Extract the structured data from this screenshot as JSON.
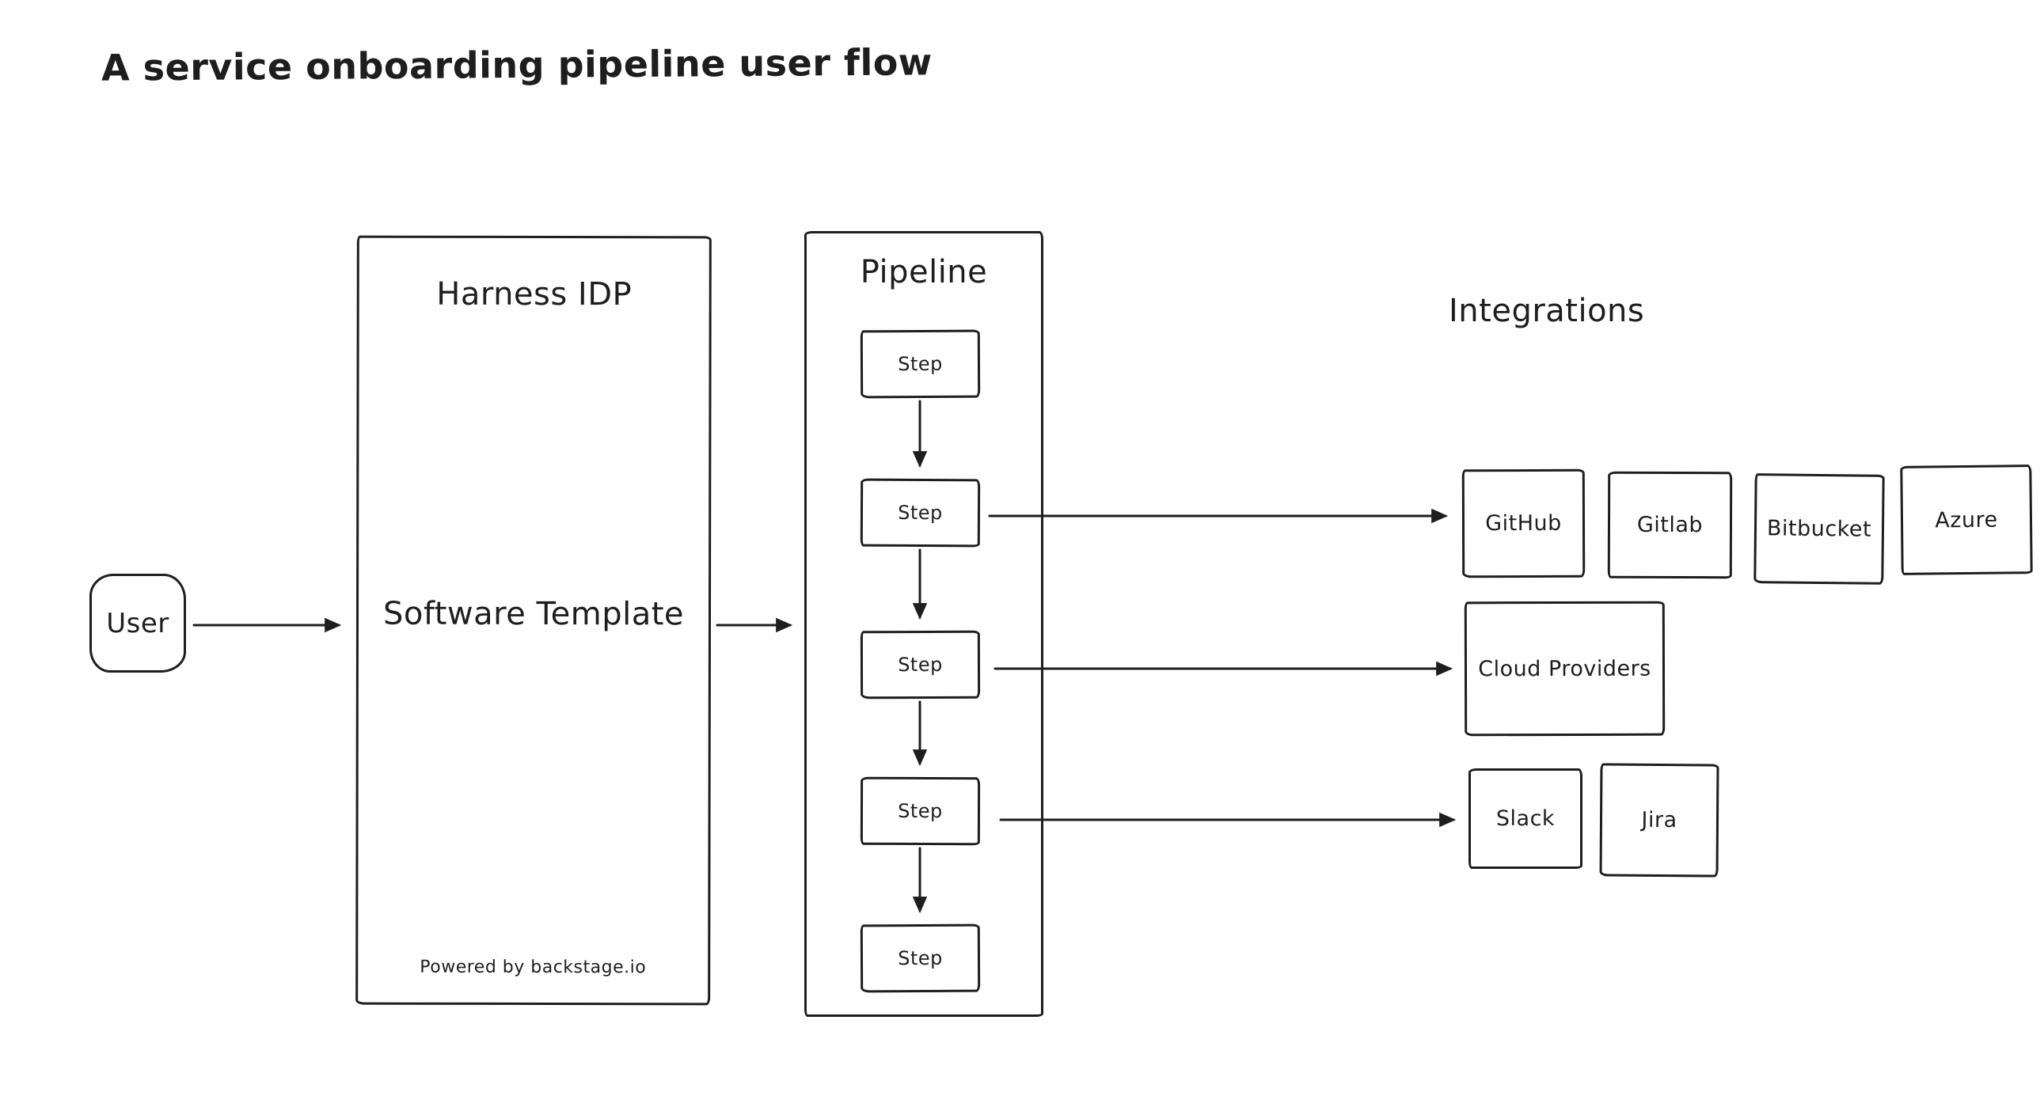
{
  "title": "A service onboarding pipeline user flow",
  "colors": {
    "stroke": "#1e1e1e",
    "background": "#ffffff"
  },
  "user_node": {
    "label": "User"
  },
  "harness": {
    "title": "Harness IDP",
    "template_label": "Software Template",
    "footer": "Powered by backstage.io"
  },
  "pipeline": {
    "title": "Pipeline",
    "steps": [
      "Step",
      "Step",
      "Step",
      "Step",
      "Step"
    ]
  },
  "integrations": {
    "title": "Integrations",
    "source_control": [
      "GitHub",
      "Gitlab",
      "Bitbucket",
      "Azure"
    ],
    "cloud": [
      "Cloud Providers"
    ],
    "collaboration": [
      "Slack",
      "Jira"
    ]
  }
}
